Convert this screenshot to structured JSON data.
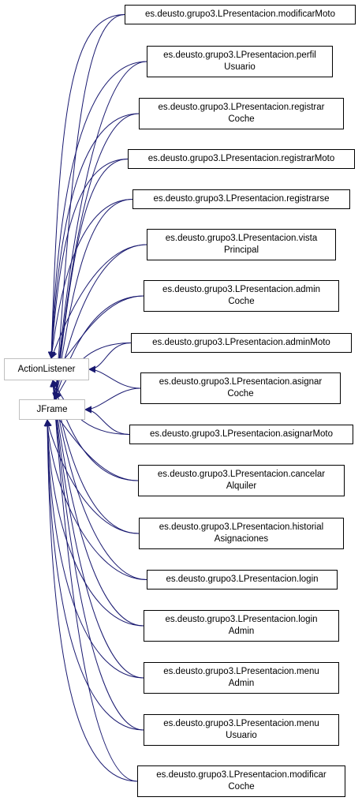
{
  "diagram": {
    "base_classes": [
      {
        "id": "action_listener",
        "label": "ActionListener"
      },
      {
        "id": "jframe",
        "label": "JFrame"
      }
    ],
    "derived_classes": [
      {
        "id": "modificar_moto",
        "label": "es.deusto.grupo3.LPresentacion.modificarMoto"
      },
      {
        "id": "perfil_usuario",
        "label": "es.deusto.grupo3.LPresentacion.perfil\nUsuario"
      },
      {
        "id": "registrar_coche",
        "label": "es.deusto.grupo3.LPresentacion.registrar\nCoche"
      },
      {
        "id": "registrar_moto",
        "label": "es.deusto.grupo3.LPresentacion.registrarMoto"
      },
      {
        "id": "registrarse",
        "label": "es.deusto.grupo3.LPresentacion.registrarse"
      },
      {
        "id": "vista_principal",
        "label": "es.deusto.grupo3.LPresentacion.vista\nPrincipal"
      },
      {
        "id": "admin_coche",
        "label": "es.deusto.grupo3.LPresentacion.admin\nCoche"
      },
      {
        "id": "admin_moto",
        "label": "es.deusto.grupo3.LPresentacion.adminMoto"
      },
      {
        "id": "asignar_coche",
        "label": "es.deusto.grupo3.LPresentacion.asignar\nCoche"
      },
      {
        "id": "asignar_moto",
        "label": "es.deusto.grupo3.LPresentacion.asignarMoto"
      },
      {
        "id": "cancelar_alquiler",
        "label": "es.deusto.grupo3.LPresentacion.cancelar\nAlquiler"
      },
      {
        "id": "historial_asignaciones",
        "label": "es.deusto.grupo3.LPresentacion.historial\nAsignaciones"
      },
      {
        "id": "login",
        "label": "es.deusto.grupo3.LPresentacion.login"
      },
      {
        "id": "login_admin",
        "label": "es.deusto.grupo3.LPresentacion.login\nAdmin"
      },
      {
        "id": "menu_admin",
        "label": "es.deusto.grupo3.LPresentacion.menu\nAdmin"
      },
      {
        "id": "menu_usuario",
        "label": "es.deusto.grupo3.LPresentacion.menu\nUsuario"
      },
      {
        "id": "modificar_coche",
        "label": "es.deusto.grupo3.LPresentacion.modificar\nCoche"
      }
    ],
    "edge_color": "#191970"
  }
}
